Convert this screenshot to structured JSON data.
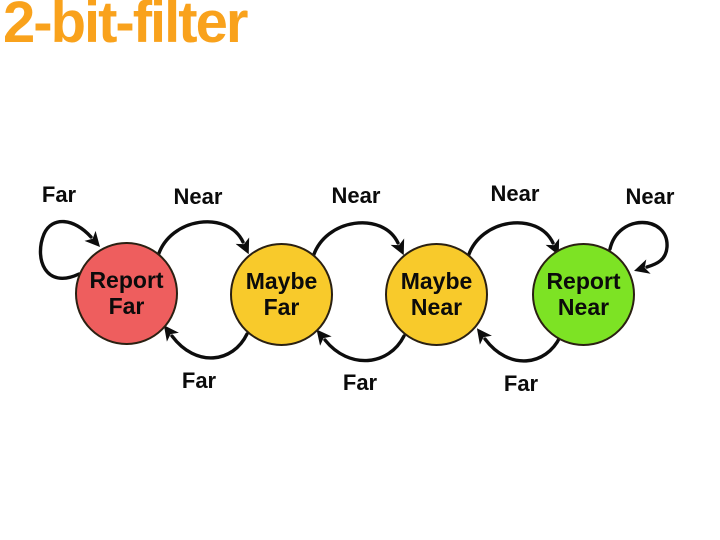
{
  "title": "2-bit-filter",
  "colors": {
    "title_color": "#F9A21C",
    "arrow_color": "#0d0d0d",
    "state_border_color": "#2a2012",
    "state_text_color": "#0b0b0b"
  },
  "states": [
    {
      "name": "report-far",
      "label": "Report Far",
      "color": "#EE5E5E"
    },
    {
      "name": "maybe-far",
      "label": "Maybe Far",
      "color": "#F8CA2B"
    },
    {
      "name": "maybe-near",
      "label": "Maybe Near",
      "color": "#F8CA2B"
    },
    {
      "name": "report-near",
      "label": "Report Near",
      "color": "#7DE324"
    }
  ],
  "edges": [
    {
      "label": "Far",
      "from": "report-far",
      "to": "report-far",
      "kind": "self-loop"
    },
    {
      "label": "Near",
      "from": "report-far",
      "to": "maybe-far",
      "kind": "forward"
    },
    {
      "label": "Near",
      "from": "maybe-far",
      "to": "maybe-near",
      "kind": "forward"
    },
    {
      "label": "Near",
      "from": "maybe-near",
      "to": "report-near",
      "kind": "forward"
    },
    {
      "label": "Near",
      "from": "report-near",
      "to": "report-near",
      "kind": "self-loop"
    },
    {
      "label": "Far",
      "from": "maybe-far",
      "to": "report-far",
      "kind": "backward"
    },
    {
      "label": "Far",
      "from": "maybe-near",
      "to": "maybe-far",
      "kind": "backward"
    },
    {
      "label": "Far",
      "from": "report-near",
      "to": "maybe-near",
      "kind": "backward"
    }
  ]
}
